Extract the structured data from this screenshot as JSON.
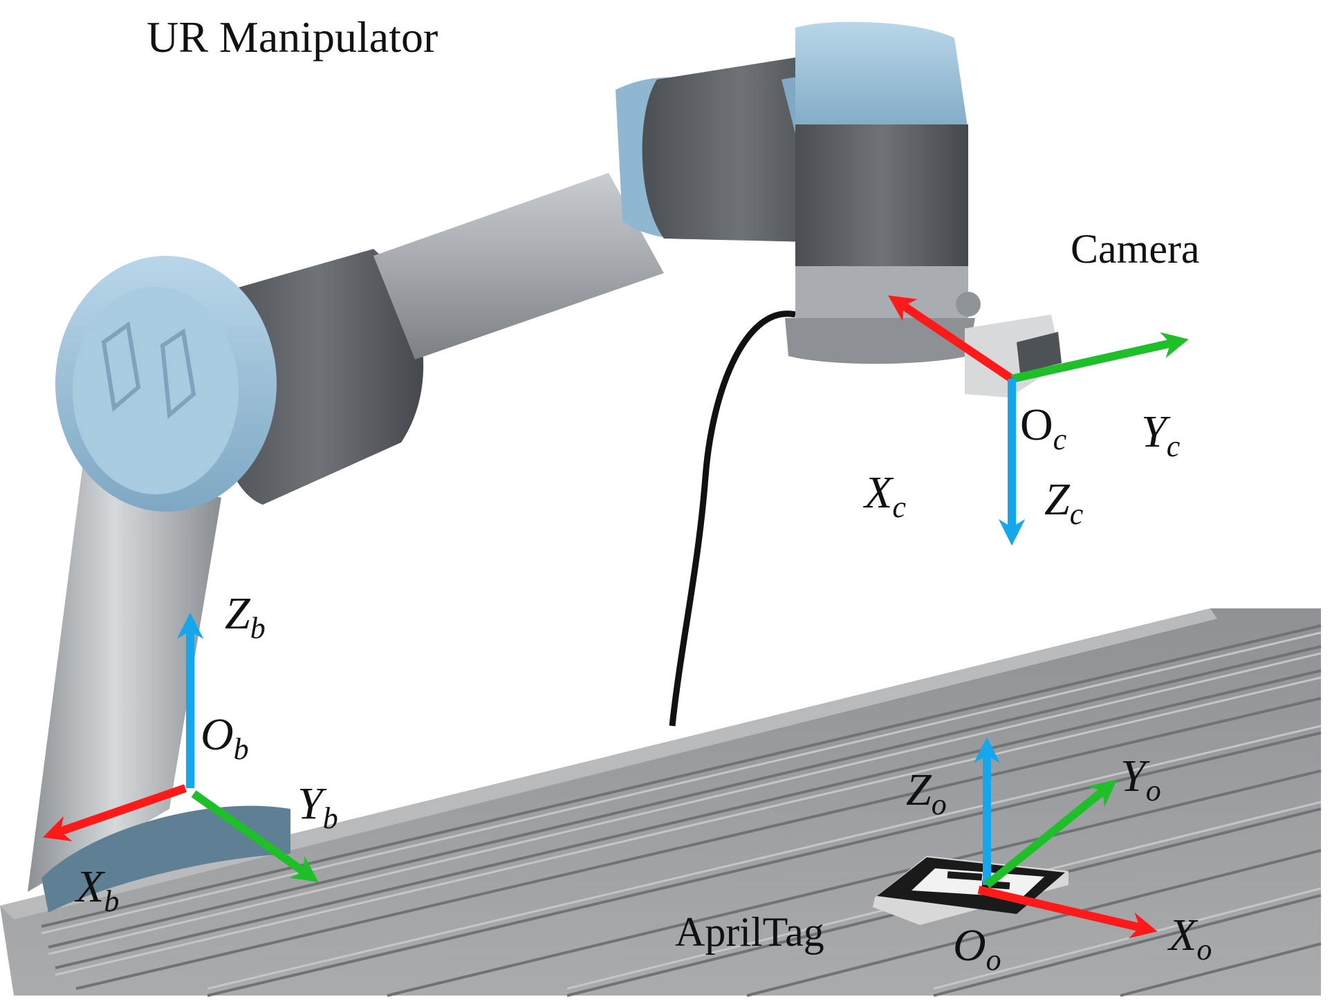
{
  "labels": {
    "manipulator": "UR Manipulator",
    "camera": "Camera",
    "apriltag": "AprilTag"
  },
  "frames": {
    "camera": {
      "origin": {
        "main": "O",
        "sub": "c"
      },
      "x": {
        "main": "X",
        "sub": "c"
      },
      "y": {
        "main": "Y",
        "sub": "c"
      },
      "z": {
        "main": "Z",
        "sub": "c"
      }
    },
    "base": {
      "origin": {
        "main": "O",
        "sub": "b"
      },
      "x": {
        "main": "X",
        "sub": "b"
      },
      "y": {
        "main": "Y",
        "sub": "b"
      },
      "z": {
        "main": "Z",
        "sub": "b"
      }
    },
    "object": {
      "origin": {
        "main": "O",
        "sub": "o"
      },
      "x": {
        "main": "X",
        "sub": "o"
      },
      "y": {
        "main": "Y",
        "sub": "o"
      },
      "z": {
        "main": "Z",
        "sub": "o"
      }
    }
  },
  "colors": {
    "x_axis": "#ff1a1a",
    "y_axis": "#1fbf2a",
    "z_axis": "#14a7ee",
    "robot_blue": "#9ec3dc",
    "robot_dark": "#5d6166",
    "robot_silver": "#b4b8bc",
    "table": "#9a9c9e"
  }
}
